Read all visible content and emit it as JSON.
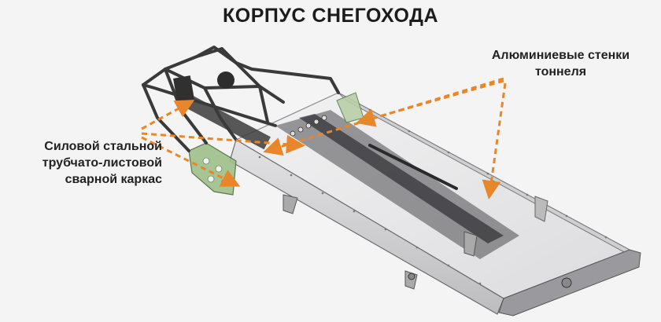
{
  "title": "КОРПУС СНЕГОХОДА",
  "labels": {
    "left": [
      "Силовой стальной",
      "трубчато-листовой",
      "сварной каркас"
    ],
    "right": [
      "Алюминиевые стенки",
      "тоннеля"
    ]
  },
  "colors": {
    "arrow": "#e8872a",
    "frame": "#3a3a3a",
    "panel": "#e9e9ea",
    "accent_green": "#9fbf8a"
  }
}
